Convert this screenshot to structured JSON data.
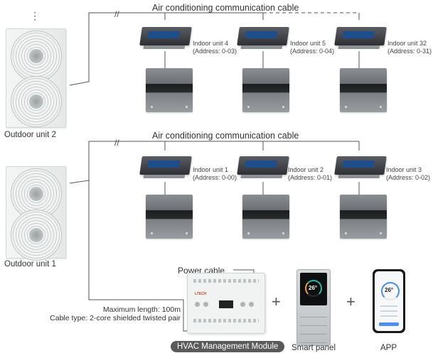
{
  "outdoor_units": [
    "Outdoor unit 2",
    "Outdoor unit 1"
  ],
  "comm_cable_label": "Air conditioning communication cable",
  "top_row": [
    {
      "name": "Indoor unit 4",
      "address": "(Address: 0-03)"
    },
    {
      "name": "Indoor unit 5",
      "address": "(Address: 0-04)"
    },
    {
      "name": "Indoor unit 32",
      "address": "(Address: 0-31)"
    }
  ],
  "bottom_row": [
    {
      "name": "Indoor unit 1",
      "address": "(Address: 0-00)"
    },
    {
      "name": "Indoor unit 2",
      "address": "(Address: 0-01)"
    },
    {
      "name": "Indoor unit 3",
      "address": "(Address: 0-02)"
    }
  ],
  "power_cable_label": "Power cable",
  "cable_note": {
    "max_length": "Maximum length: 100m",
    "cable_type": "Cable type: 2-core shielded twisted pair"
  },
  "devices": {
    "module_label": "HVAC Management Module",
    "module_brand": "LTECH",
    "smart_panel_label": "Smart panel",
    "app_label": "APP",
    "panel_temp": "26°",
    "app_temp": "26°"
  },
  "plus_sign": "+",
  "ellipsis": "⋮",
  "break_mark": "//"
}
